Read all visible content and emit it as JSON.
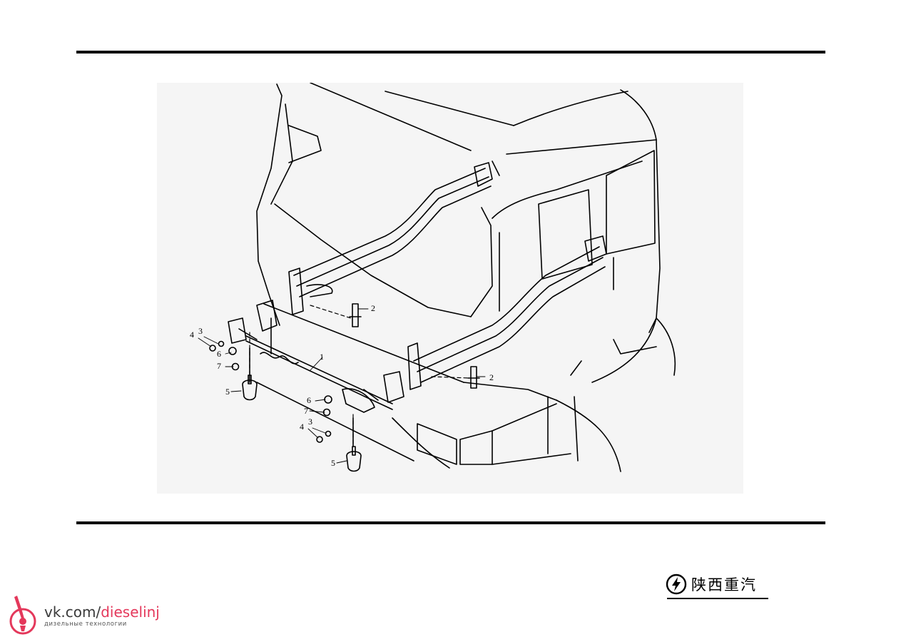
{
  "diagram": {
    "callouts": {
      "c1": "1",
      "c2a": "2",
      "c2b": "2",
      "c3a": "3",
      "c3b": "3",
      "c4a": "4",
      "c4b": "4",
      "c5a": "5",
      "c5b": "5",
      "c6a": "6",
      "c6b": "6",
      "c7a": "7",
      "c7b": "7"
    }
  },
  "brand": {
    "name": "陕西重汽",
    "logo_icon": "lightning-circle-icon"
  },
  "watermark": {
    "url_prefix": "vk.com/",
    "url_handle": "dieselinj",
    "tagline": "дизельные технологии",
    "accent_color": "#e4385b"
  },
  "colors": {
    "rule": "#000000",
    "drawing_background": "#f5f5f5",
    "line_art": "#000000"
  }
}
